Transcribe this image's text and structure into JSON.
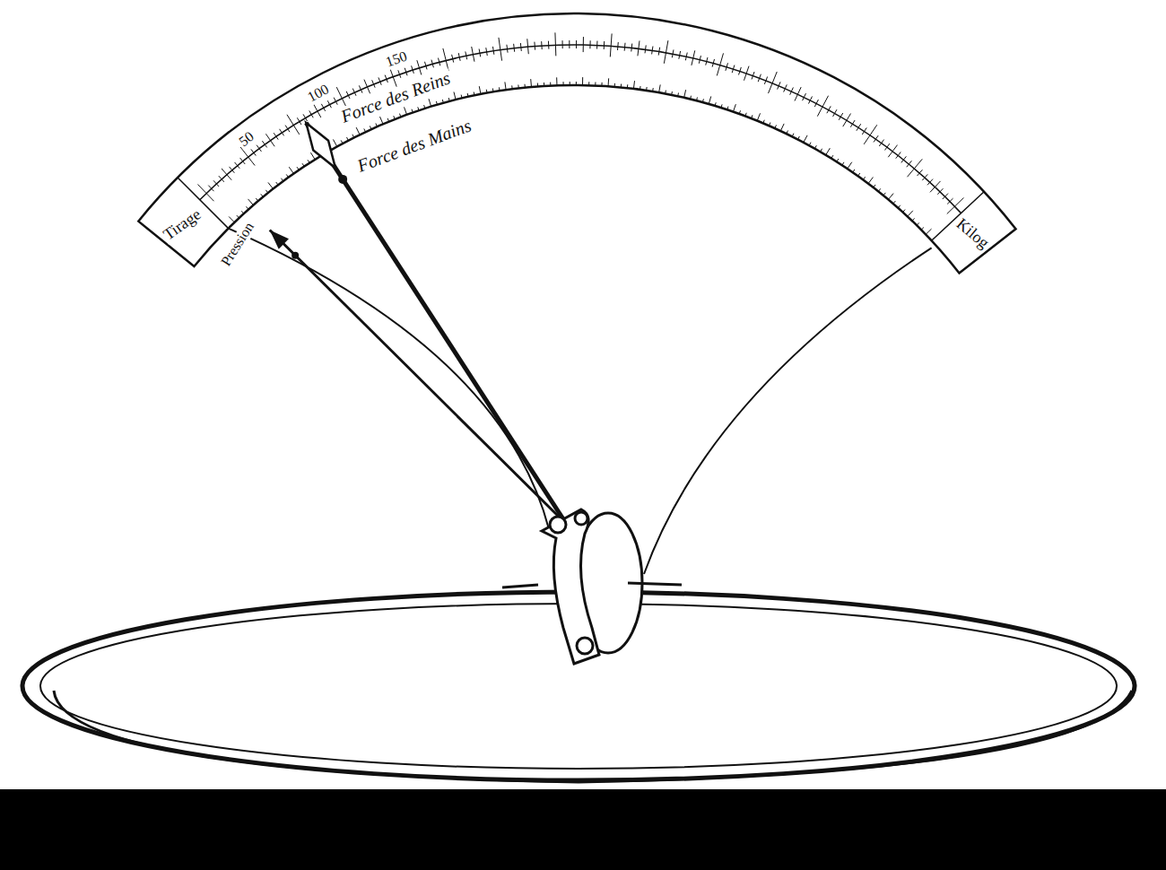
{
  "diagram": {
    "labels": [
      "Tirage",
      "Pression",
      "Force des Reins",
      "Force des Mains",
      "Kilog",
      "50",
      "100",
      "150"
    ]
  }
}
